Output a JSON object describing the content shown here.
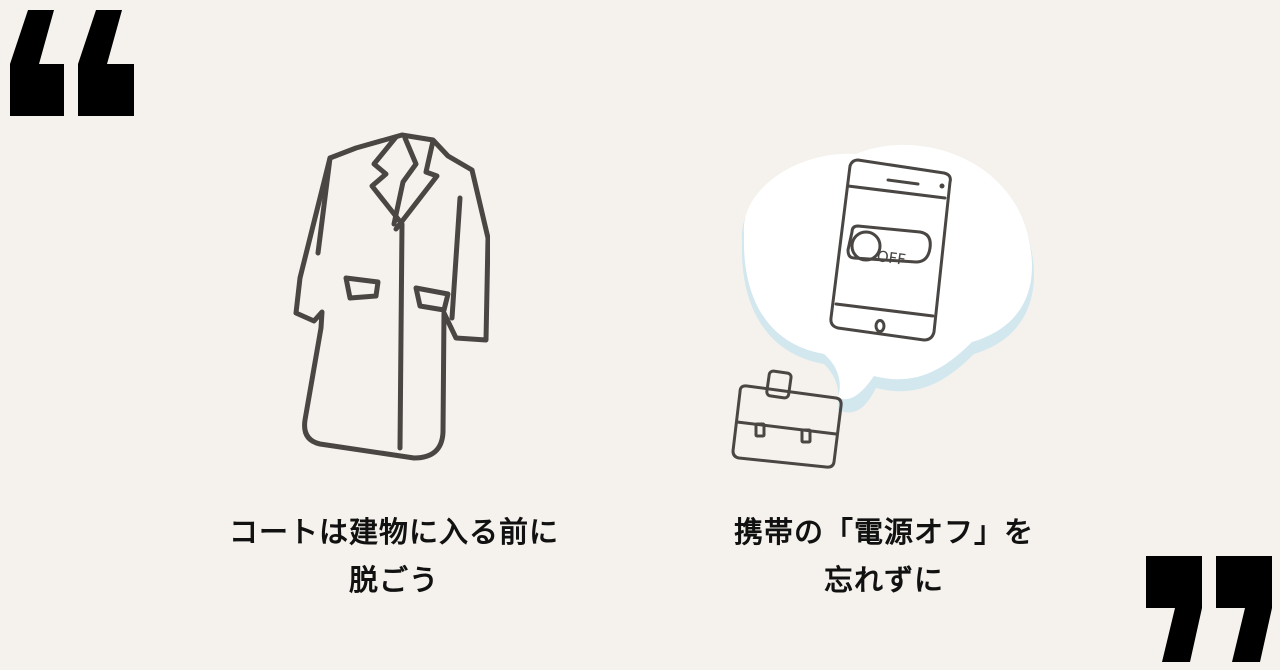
{
  "colors": {
    "background": "#f5f2ed",
    "ink": "#111111",
    "line_art": "#4a4643",
    "bubble_fill": "#ffffff",
    "bubble_shadow": "#d3e7ef"
  },
  "decor": {
    "open_quote_icon": "quote-open-icon",
    "close_quote_icon": "quote-close-icon"
  },
  "left_panel": {
    "illustration_icon": "coat-icon",
    "caption_line_1": "コートは建物に入る前に",
    "caption_line_2": "脱ごう"
  },
  "right_panel": {
    "illustration_icon": "phone-speech-bubble-icon",
    "toggle_label": "OFF",
    "caption_line_1": "携帯の「電源オフ」を",
    "caption_line_2": "忘れずに"
  }
}
